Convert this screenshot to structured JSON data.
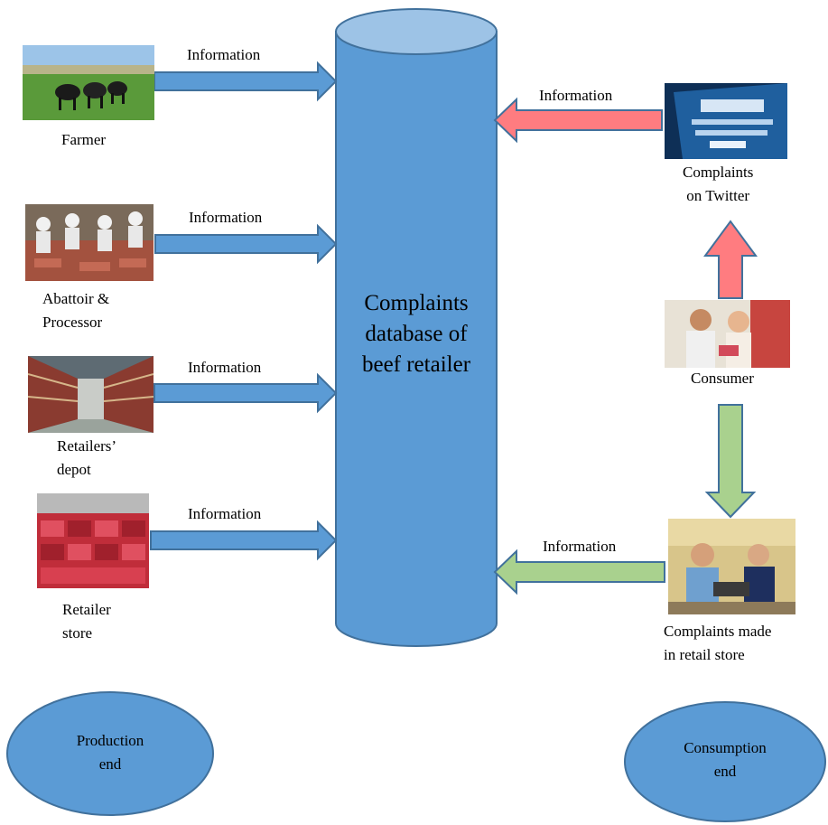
{
  "database": {
    "label": "Complaints\ndatabase of\nbeef retailer"
  },
  "flow_label": "Information",
  "sources": {
    "farmer": {
      "label": "Farmer",
      "picture": "cattle-in-field-photo"
    },
    "abattoir": {
      "label": "Abattoir &\nProcessor",
      "picture": "abattoir-workers-photo"
    },
    "depot": {
      "label": "Retailers’\ndepot",
      "picture": "warehouse-aisle-photo"
    },
    "store": {
      "label": "Retailer\nstore",
      "picture": "meat-counter-photo"
    }
  },
  "consumer_side": {
    "twitter": {
      "label": "Complaints\non Twitter",
      "picture": "twitter-screen-photo"
    },
    "consumer": {
      "label": "Consumer",
      "picture": "couple-shopping-photo"
    },
    "in_store": {
      "label": "Complaints made\nin retail store",
      "picture": "cashier-counter-photo"
    }
  },
  "ends": {
    "production": "Production\nend",
    "consumption": "Consumption\nend"
  },
  "colors": {
    "cylinder": "#5b9bd5",
    "outline": "#41719c",
    "red_arrow": "#ff7c80",
    "green_arrow": "#a9d18e"
  }
}
